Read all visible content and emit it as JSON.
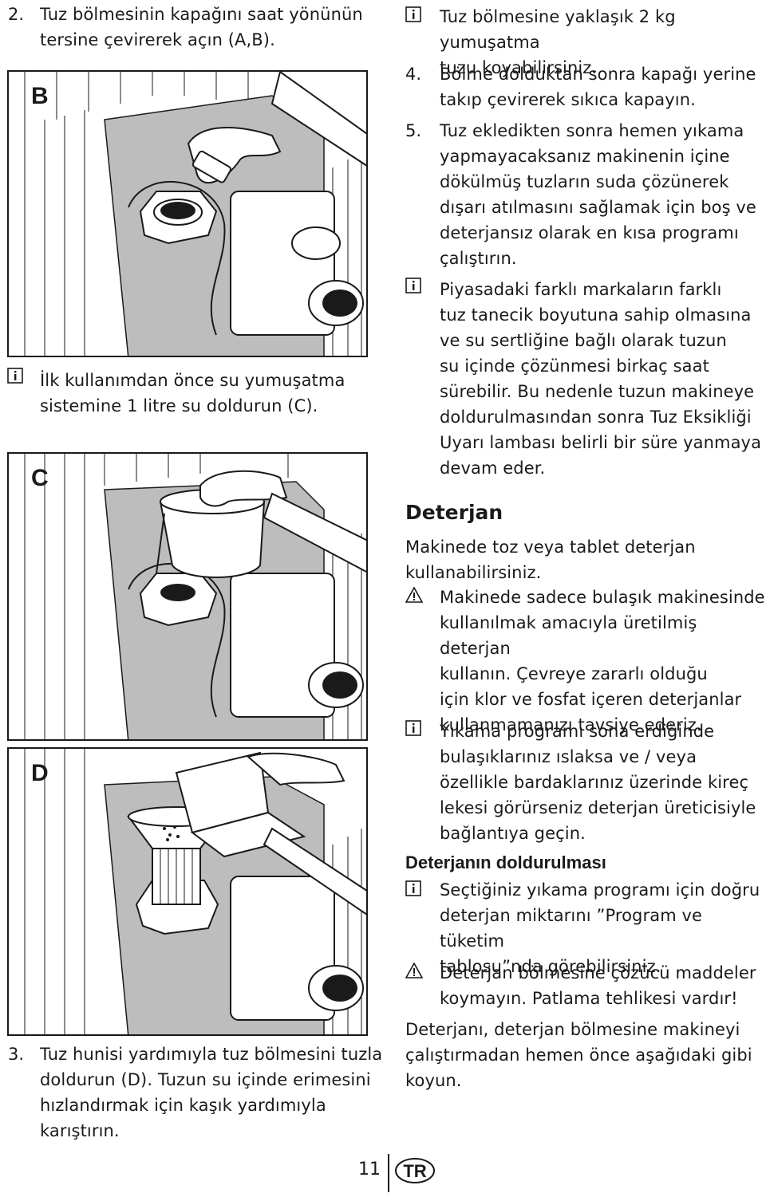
{
  "left": {
    "step2": {
      "number": "2.",
      "lines": [
        "Tuz bölmesinin kapağını saat yönünün",
        "tersine çevirerek açın (A,B)."
      ]
    },
    "note_first_use": {
      "lines": [
        "İlk kullanımdan önce su yumuşatma",
        "sistemine 1 litre su doldurun (C)."
      ]
    },
    "step3": {
      "number": "3.",
      "lines": [
        "Tuz hunisi yardımıyla tuz bölmesini tuzla",
        "doldurun (D). Tuzun su içinde erimesini",
        "hızlandırmak için kaşık yardımıyla",
        "karıştırın."
      ]
    }
  },
  "figures": {
    "b": "B",
    "c": "C",
    "d": "D"
  },
  "right": {
    "note_salt": {
      "lines": [
        "Tuz bölmesine yaklaşık 2 kg yumuşatma",
        "tuzu koyabilirsiniz."
      ]
    },
    "step4": {
      "number": "4.",
      "lines": [
        "Bölme dolduktan sonra kapağı yerine",
        "takıp çevirerek sıkıca kapayın."
      ]
    },
    "step5": {
      "number": "5.",
      "lines": [
        "Tuz ekledikten sonra hemen yıkama",
        "yapmayacaksanız makinenin içine",
        "dökülmüş tuzların suda çözünerek",
        "dışarı atılmasını sağlamak için boş ve",
        "deterjansız olarak en kısa programı",
        "çalıştırın."
      ]
    },
    "note_market": {
      "lines": [
        "Piyasadaki farklı markaların farklı",
        "tuz tanecik boyutuna sahip olmasına",
        "ve su sertliğine bağlı olarak tuzun",
        "su içinde çözünmesi birkaç saat",
        "sürebilir. Bu nedenle tuzun makineye",
        "doldurulmasından sonra Tuz Eksikliği",
        "Uyarı lambası belirli bir süre yanmaya",
        "devam eder."
      ]
    },
    "heading_detergent": "Deterjan",
    "detergent_intro": {
      "lines": [
        "Makinede toz veya tablet deterjan",
        "kullanabilirsiniz."
      ]
    },
    "warn_only_dishwasher": {
      "lines": [
        "Makinede sadece bulaşık makinesinde",
        "kullanılmak amacıyla üretilmiş deterjan",
        "kullanın. Çevreye zararlı olduğu",
        "için klor ve fosfat içeren deterjanlar",
        "kullanmamanızı tavsiye ederiz."
      ]
    },
    "note_lime": {
      "lines": [
        "Yıkama programı sona erdiğinde",
        "bulaşıklarınız ıslaksa ve / veya",
        "özellikle bardaklarınız üzerinde kireç",
        "lekesi görürseniz deterjan üreticisiyle",
        "bağlantıya geçin."
      ]
    },
    "heading_filling": "Deterjanın doldurulması",
    "note_program_table": {
      "lines": [
        "Seçtiğiniz yıkama programı için doğru",
        "deterjan miktarını ”Program ve tüketim",
        "tablosu”nda görebilirsiniz."
      ]
    },
    "warn_solvent": {
      "lines": [
        "Deterjan bölmesine çözücü maddeler",
        "koymayın. Patlama tehlikesi vardır!"
      ]
    },
    "closing": {
      "lines": [
        "Deterjanı, deterjan bölmesine makineyi",
        "çalıştırmadan hemen önce aşağıdaki gibi",
        "koyun."
      ]
    }
  },
  "footer": {
    "page_number": "11",
    "language": "TR"
  },
  "icons": [
    "info-icon",
    "warning-icon"
  ],
  "colors": {
    "ink": "#1a1a1a",
    "tray": "#bdbdbd"
  }
}
